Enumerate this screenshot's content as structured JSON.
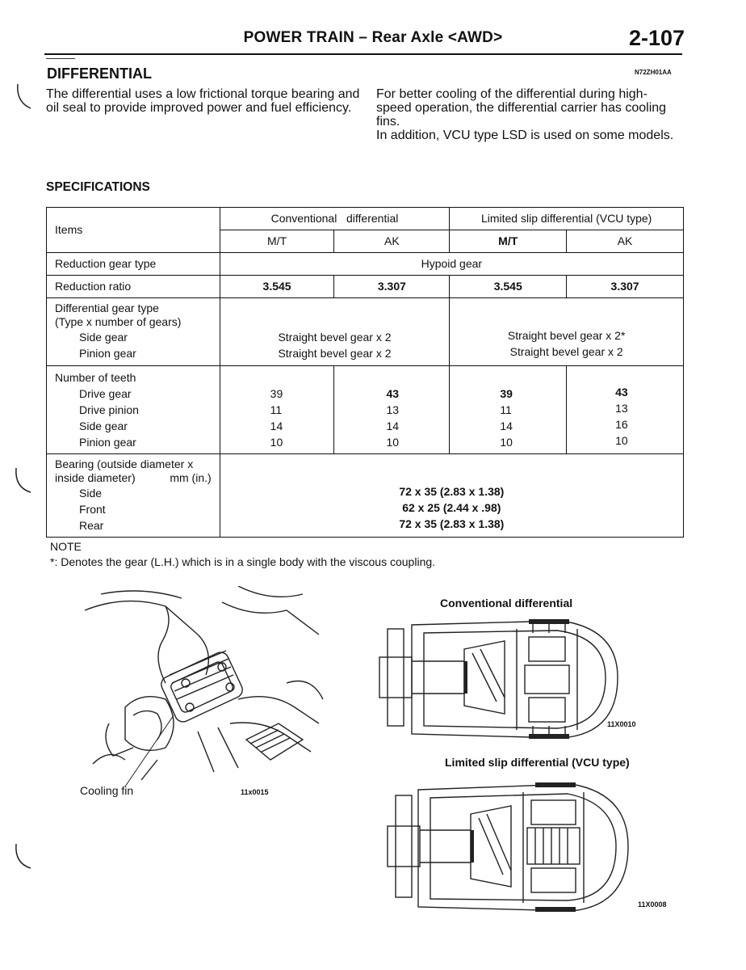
{
  "header": {
    "title": "POWER TRAIN – Rear Axle <AWD>",
    "page_number": "2-107"
  },
  "section": {
    "title": "DIFFERENTIAL",
    "code": "N72ZH01AA"
  },
  "intro": {
    "left": "The differential uses a low frictional torque bearing and oil seal to provide improved power and fuel efficiency.",
    "right_1": "For better cooling of the differential during high-speed operation, the differential carrier has cooling fins.",
    "right_2": "In addition, VCU type LSD is used on some models."
  },
  "specs": {
    "title": "SPECIFICATIONS",
    "header": {
      "items": "Items",
      "conventional": "Conventional   differential",
      "lsd": "Limited slip differential (VCU type)",
      "mt": "M/T",
      "ak": "AK"
    },
    "reduction_gear_type": {
      "label": "Reduction gear type",
      "value": "Hypoid gear"
    },
    "reduction_ratio": {
      "label": "Reduction ratio",
      "values": [
        "3.545",
        "3.307",
        "3.545",
        "3.307"
      ]
    },
    "diff_gear_type": {
      "label_1": "Differential gear type",
      "label_2": "(Type x number of gears)",
      "side_label": "Side gear",
      "pinion_label": "Pinion gear",
      "conv_side": "Straight bevel gear x 2",
      "conv_pinion": "Straight bevel gear x 2",
      "lsd_side": "Straight bevel gear x 2*",
      "lsd_pinion": "Straight bevel gear x 2"
    },
    "teeth": {
      "label": "Number of teeth",
      "rows": [
        {
          "label": "Drive gear",
          "values": [
            "39",
            "43",
            "39",
            "43"
          ]
        },
        {
          "label": "Drive pinion",
          "values": [
            "11",
            "13",
            "11",
            "13"
          ]
        },
        {
          "label": "Side gear",
          "values": [
            "14",
            "14",
            "14",
            "16"
          ]
        },
        {
          "label": "Pinion gear",
          "values": [
            "10",
            "10",
            "10",
            "10"
          ]
        }
      ]
    },
    "bearing": {
      "label_1": "Bearing (outside diameter x",
      "label_2": "inside diameter)",
      "unit": "mm (in.)",
      "rows": [
        {
          "label": "Side",
          "value": "72 x 35 (2.83 x 1.38)"
        },
        {
          "label": "Front",
          "value": "62 x 25 (2.44 x .98)"
        },
        {
          "label": "Rear",
          "value": "72 x 35 (2.83 x 1.38)"
        }
      ]
    }
  },
  "note": {
    "title": "NOTE",
    "text": "*: Denotes the gear (L.H.) which is in a single body with the viscous coupling."
  },
  "figures": {
    "left_label": "Cooling fin",
    "left_code": "11x0015",
    "top_title": "Conventional  differential",
    "top_code": "11X0010",
    "bottom_title": "Limited slip differential (VCU type)",
    "bottom_code": "11X0008"
  }
}
